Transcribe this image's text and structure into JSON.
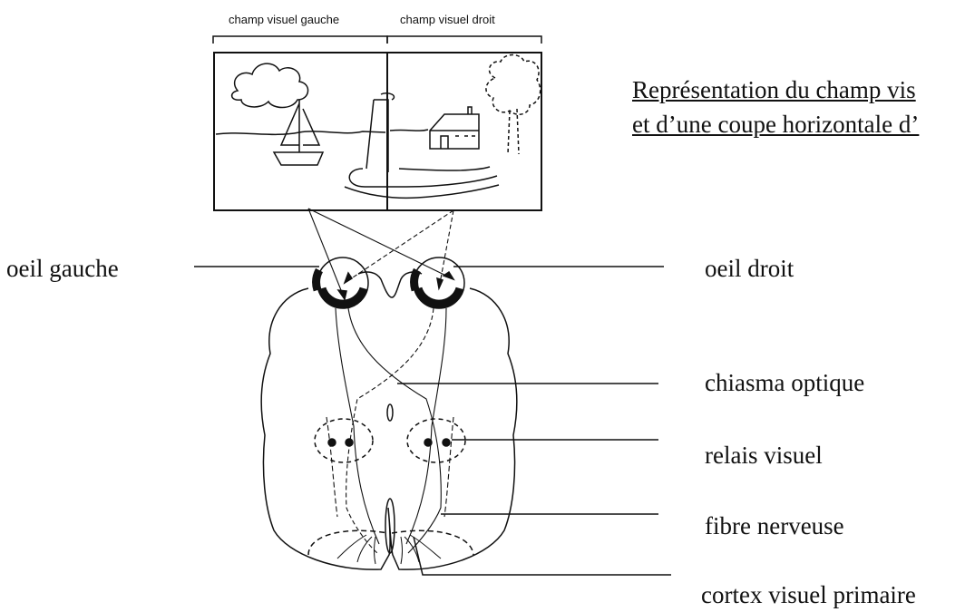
{
  "header": {
    "left_field": "champ visuel gauche",
    "right_field": "champ visuel droit"
  },
  "title": {
    "line1": "Représentation du champ vis",
    "line2": "et d’une coupe horizontale d’"
  },
  "labels": {
    "left_eye": "oeil gauche",
    "right_eye": "oeil droit",
    "chiasm": "chiasma optique",
    "relay": "relais visuel",
    "fiber": "fibre nerveuse",
    "cortex": "cortex visuel primaire"
  }
}
